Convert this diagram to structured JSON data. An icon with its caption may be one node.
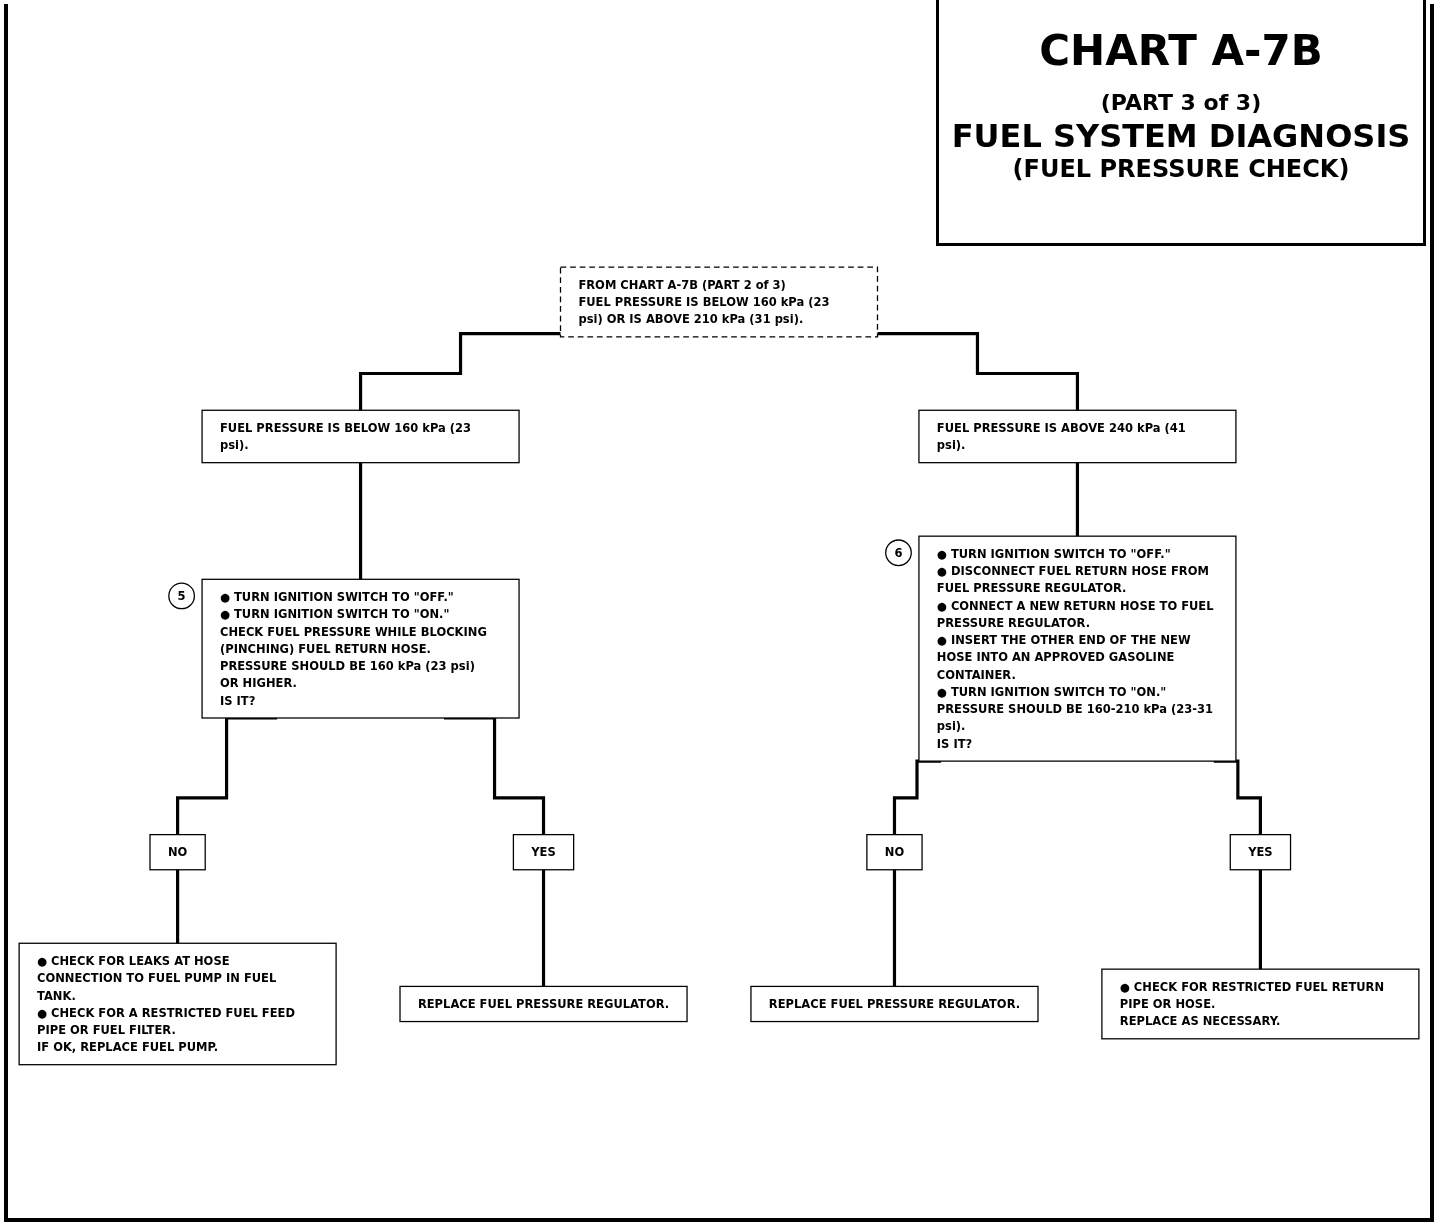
{
  "diagram": {
    "title": "CHART A-7B",
    "nodes": [
      {
        "text": [
          "FROM CHART A-7B (PART 2 of 3)",
          "FUEL PRESSURE IS BELOW 160 kPa (23 psi) OR IS ABOVE 210 kPa (31 psi)."
        ]
      },
      {
        "text": [
          "FUEL PRESSURE IS BELOW 160 kPa (23 psi)."
        ]
      },
      {
        "text": [
          "FUEL PRESSURE IS ABOVE 240 kPa (41 psi)."
        ]
      },
      {
        "text": [
          "● TURN IGNITION SWITCH TO \"OFF.\"",
          "● TURN IGNITION SWITCH TO \"ON.\"",
          "CHECK FUEL PRESSURE WHILE BLOCKING (PINCHING) FUEL RETURN HOSE.",
          "PRESSURE SHOULD BE 160 kPa (23 psi) OR HIGHER.",
          "IS IT?"
        ],
        "beside": [
          "5"
        ]
      },
      {
        "text": [
          "● TURN IGNITION SWITCH TO \"OFF.\"",
          "● DISCONNECT FUEL RETURN HOSE FROM FUEL PRESSURE REGULATOR.",
          "● CONNECT A NEW RETURN HOSE TO FUEL PRESSURE REGULATOR.",
          "● INSERT THE OTHER END OF THE NEW HOSE INTO AN APPROVED GASOLINE CONTAINER.",
          "● TURN IGNITION SWITCH TO \"ON.\"",
          "PRESSURE SHOULD BE 160-210 kPa (23-31 psi).",
          "IS IT?"
        ],
        "beside": [
          "6"
        ]
      },
      {
        "text": [
          "NO"
        ]
      },
      {
        "text": [
          "YES"
        ]
      },
      {
        "text": [
          "NO"
        ]
      },
      {
        "text": [
          "YES"
        ]
      },
      {
        "text": [
          "● CHECK FOR LEAKS AT HOSE CONNECTION TO FUEL PUMP IN FUEL TANK.",
          "● CHECK FOR A RESTRICTED FUEL FEED PIPE OR FUEL FILTER.",
          "IF OK, REPLACE FUEL PUMP."
        ]
      },
      {
        "text": [
          "REPLACE FUEL PRESSURE REGULATOR."
        ]
      },
      {
        "text": [
          "REPLACE FUEL PRESSURE REGULATOR."
        ]
      },
      {
        "text": [
          "● CHECK FOR RESTRICTED FUEL RETURN PIPE OR HOSE.",
          "REPLACE AS NECESSARY."
        ]
      }
    ],
    "edges": [
      {
        "from": 0,
        "to": 1,
        "arrow": "none"
      },
      {
        "from": 0,
        "to": 2,
        "arrow": "none"
      },
      {
        "from": 1,
        "to": 3,
        "arrow": "none"
      },
      {
        "from": 2,
        "to": 4,
        "arrow": "none"
      },
      {
        "from": 3,
        "to": 5,
        "arrow": "none"
      },
      {
        "from": 3,
        "to": 6,
        "arrow": "none"
      },
      {
        "from": 4,
        "to": 7,
        "arrow": "none"
      },
      {
        "from": 4,
        "to": 8,
        "arrow": "none"
      },
      {
        "from": 5,
        "to": 9,
        "arrow": "none"
      },
      {
        "from": 6,
        "to": 10,
        "arrow": "none"
      },
      {
        "from": 7,
        "to": 11,
        "arrow": "none"
      },
      {
        "from": 8,
        "to": 12,
        "arrow": "none"
      }
    ],
    "labels": [
      "(PART 3 of 3)",
      "FUEL SYSTEM DIAGNOSIS",
      "(FUEL PRESSURE CHECK)"
    ]
  }
}
